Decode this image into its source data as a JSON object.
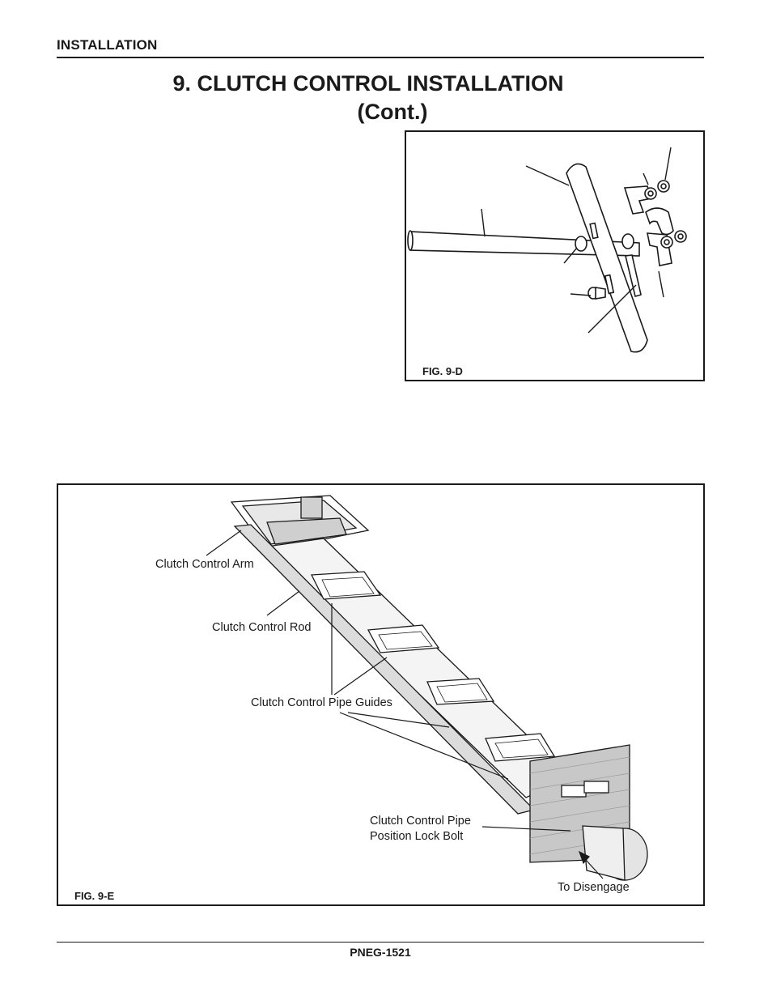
{
  "header": {
    "section": "INSTALLATION"
  },
  "title": {
    "line1": "9.  CLUTCH CONTROL INSTALLATION",
    "line2": "(Cont.)"
  },
  "fig_d": {
    "label": "FIG. 9-D"
  },
  "fig_e": {
    "label": "FIG. 9-E",
    "callouts": {
      "arm": "Clutch Control Arm",
      "rod": "Clutch Control Rod",
      "guides": "Clutch Control Pipe Guides",
      "lock_bolt_line1": "Clutch Control Pipe",
      "lock_bolt_line2": "Position Lock Bolt",
      "disengage": "To Disengage"
    }
  },
  "footer": {
    "doc_id": "PNEG-1521"
  }
}
